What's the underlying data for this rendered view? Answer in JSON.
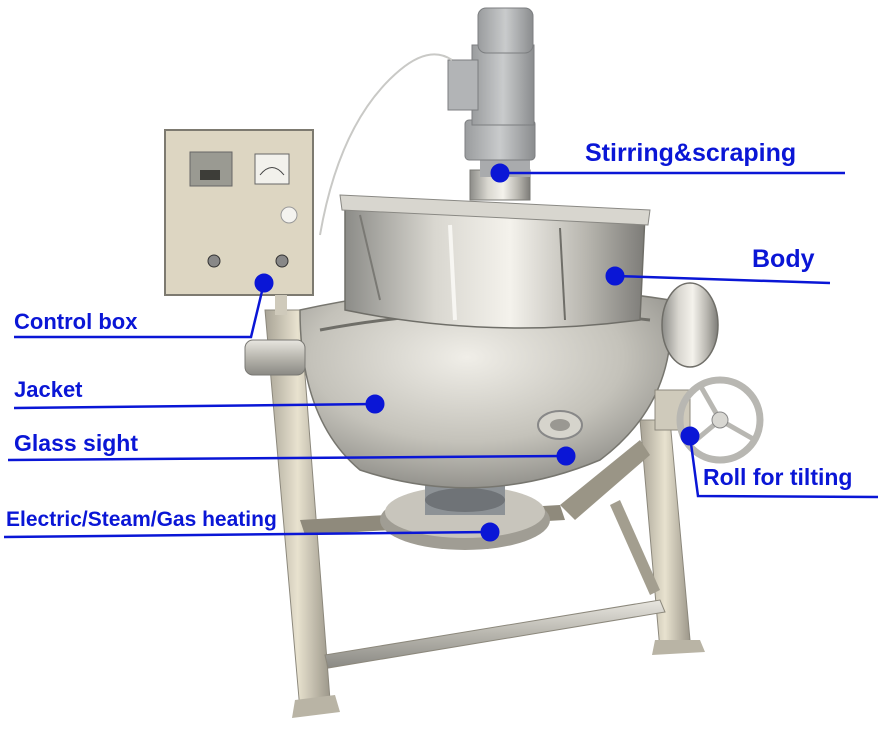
{
  "figure": {
    "subject": "Jacketed kettle with stirring mixer",
    "callout_color": "#0a16d6",
    "background": "#ffffff"
  },
  "callouts": [
    {
      "id": "stirring",
      "label": "Stirring&scraping"
    },
    {
      "id": "body",
      "label": "Body"
    },
    {
      "id": "control_box",
      "label": "Control box"
    },
    {
      "id": "jacket",
      "label": "Jacket"
    },
    {
      "id": "glass_sight",
      "label": "Glass sight"
    },
    {
      "id": "heating",
      "label": "Electric/Steam/Gas heating"
    },
    {
      "id": "roll",
      "label": "Roll for tilting"
    }
  ]
}
